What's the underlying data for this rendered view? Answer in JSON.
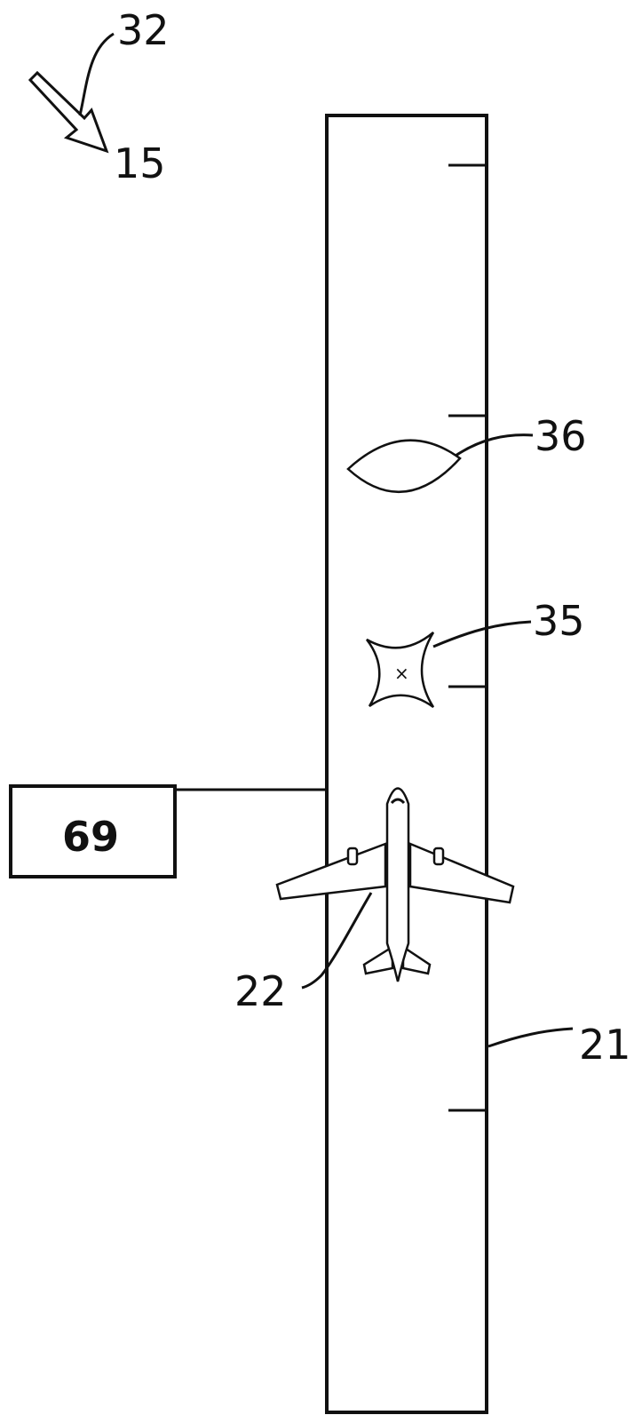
{
  "labels": {
    "arrow_ref": "32",
    "arrow_num": "15",
    "runway": "21",
    "aircraft": "22",
    "star_obstacle": "35",
    "lens_obstacle": "36",
    "controller_box": "69",
    "star_marker": "×"
  },
  "colors": {
    "line": "#111111",
    "background": "#ffffff"
  }
}
